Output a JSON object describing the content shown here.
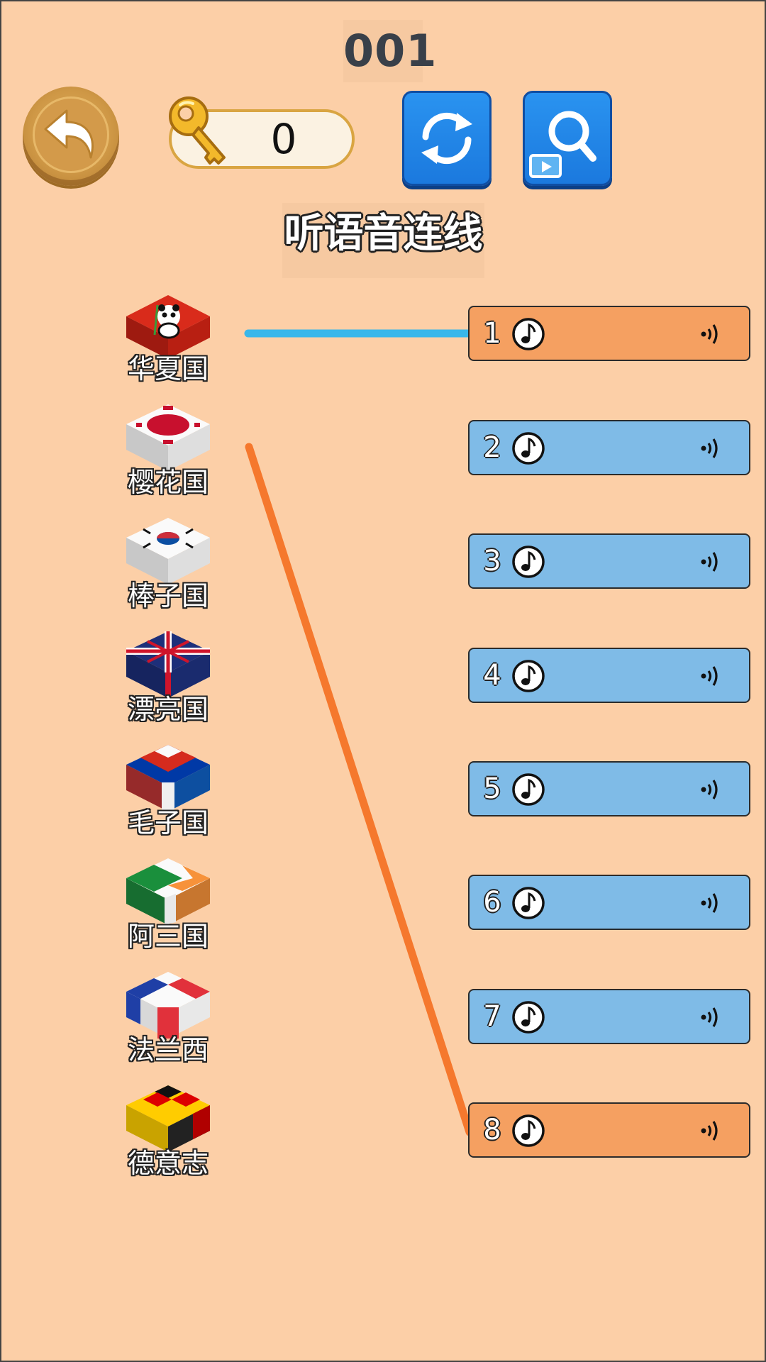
{
  "level": "001",
  "keys": "0",
  "instruction": "听语音连线",
  "colors": {
    "background": "#fccfa7",
    "audio_default": "#7fbbe7",
    "audio_connected": "#f5a061",
    "line_blue": "#39b7ea",
    "line_orange": "#f5782d"
  },
  "countries": [
    {
      "name": "华夏国",
      "flag_icon": "china-panda-cube-icon"
    },
    {
      "name": "樱花国",
      "flag_icon": "japan-flag-cube-icon"
    },
    {
      "name": "棒子国",
      "flag_icon": "korea-flag-cube-icon"
    },
    {
      "name": "漂亮国",
      "flag_icon": "uk-flag-cube-icon"
    },
    {
      "name": "毛子国",
      "flag_icon": "russia-flag-cube-icon"
    },
    {
      "name": "阿三国",
      "flag_icon": "ireland-flag-cube-icon"
    },
    {
      "name": "法兰西",
      "flag_icon": "france-flag-cube-icon"
    },
    {
      "name": "德意志",
      "flag_icon": "germany-flag-cube-icon"
    }
  ],
  "audio_options": [
    {
      "number": "1",
      "connected": true
    },
    {
      "number": "2",
      "connected": false
    },
    {
      "number": "3",
      "connected": false
    },
    {
      "number": "4",
      "connected": false
    },
    {
      "number": "5",
      "connected": false
    },
    {
      "number": "6",
      "connected": false
    },
    {
      "number": "7",
      "connected": false
    },
    {
      "number": "8",
      "connected": true
    }
  ]
}
